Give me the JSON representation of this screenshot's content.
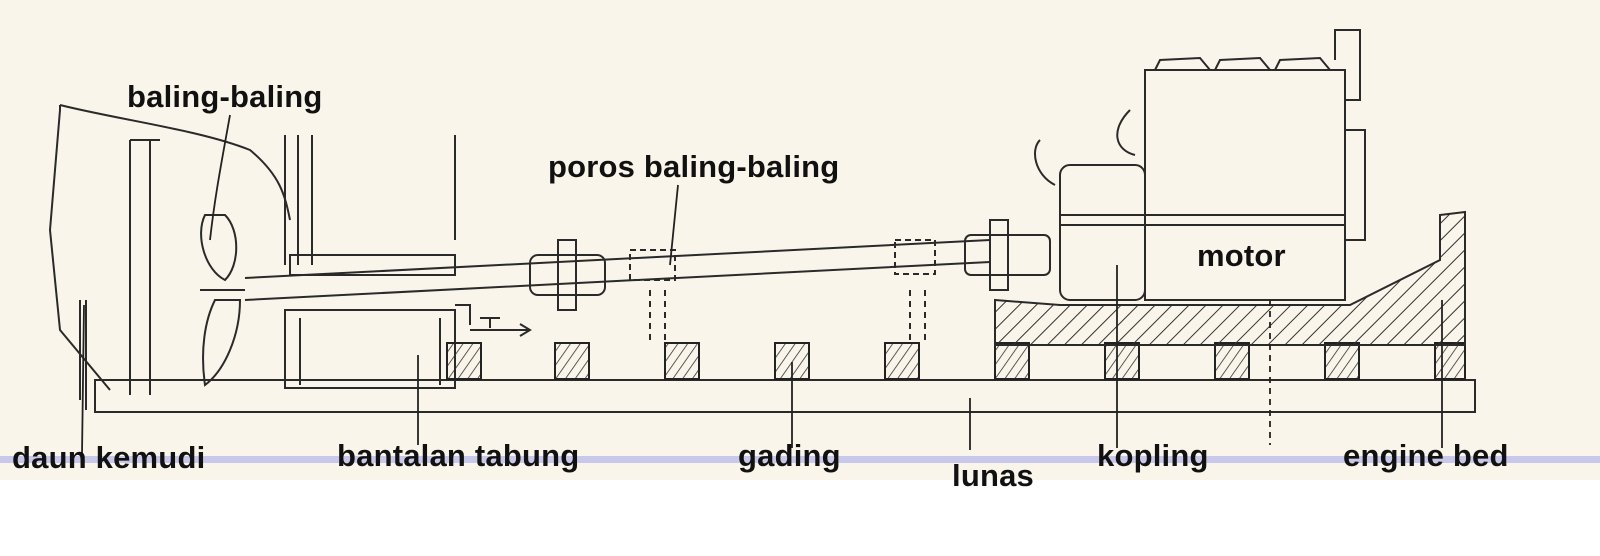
{
  "diagram": {
    "colors": {
      "paper": "#faf5ea",
      "ink": "#2a2a2a",
      "strike": "#c8c8ea",
      "label": "#111111"
    },
    "labels": {
      "propeller": "baling-baling",
      "propeller_shaft": "poros baling-baling",
      "motor": "motor",
      "rudder": "daun kemudi",
      "stern_tube_bearing": "bantalan tabung",
      "frame": "gading",
      "keel": "lunas",
      "coupling": "kopling",
      "engine_bed": "engine bed"
    }
  }
}
